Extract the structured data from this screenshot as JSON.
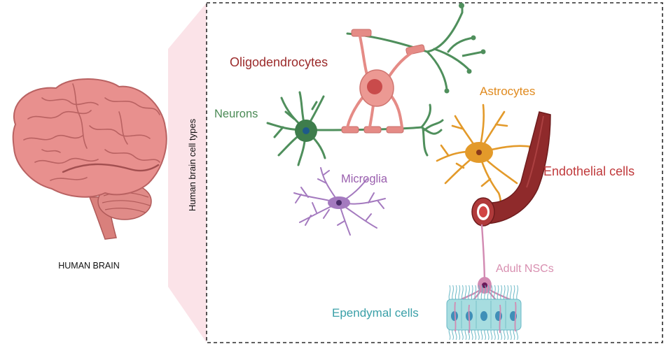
{
  "left_panel": {
    "brain_caption": "HUMAN BRAIN"
  },
  "panel": {
    "title": "Human brain cell types"
  },
  "cells": [
    {
      "key": "oligodendrocytes",
      "label": "Oligodendrocytes",
      "color": "#9b2a2a"
    },
    {
      "key": "neurons",
      "label": "Neurons",
      "color": "#4a8a55"
    },
    {
      "key": "astrocytes",
      "label": "Astrocytes",
      "color": "#e08a1e"
    },
    {
      "key": "microglia",
      "label": "Microglia",
      "color": "#9a5fae"
    },
    {
      "key": "endothelial",
      "label": "Endothelial cells",
      "color": "#c0393b"
    },
    {
      "key": "nscs",
      "label": "Adult NSCs",
      "color": "#d88fb0"
    },
    {
      "key": "ependymal",
      "label": "Ependymal cells",
      "color": "#3aa0a8"
    }
  ],
  "colors": {
    "brain": "#e8908e",
    "brain_dark": "#c56766",
    "oligo_body": "#e58b86",
    "neuron": "#4f8f5c",
    "astro": "#e39a2a",
    "micro": "#a47abf",
    "vessel": "#8f2a2b",
    "nsc": "#d28ab2",
    "ependymal": "#9fd6da",
    "border": "#333333",
    "cone": "#fbe3e8"
  }
}
